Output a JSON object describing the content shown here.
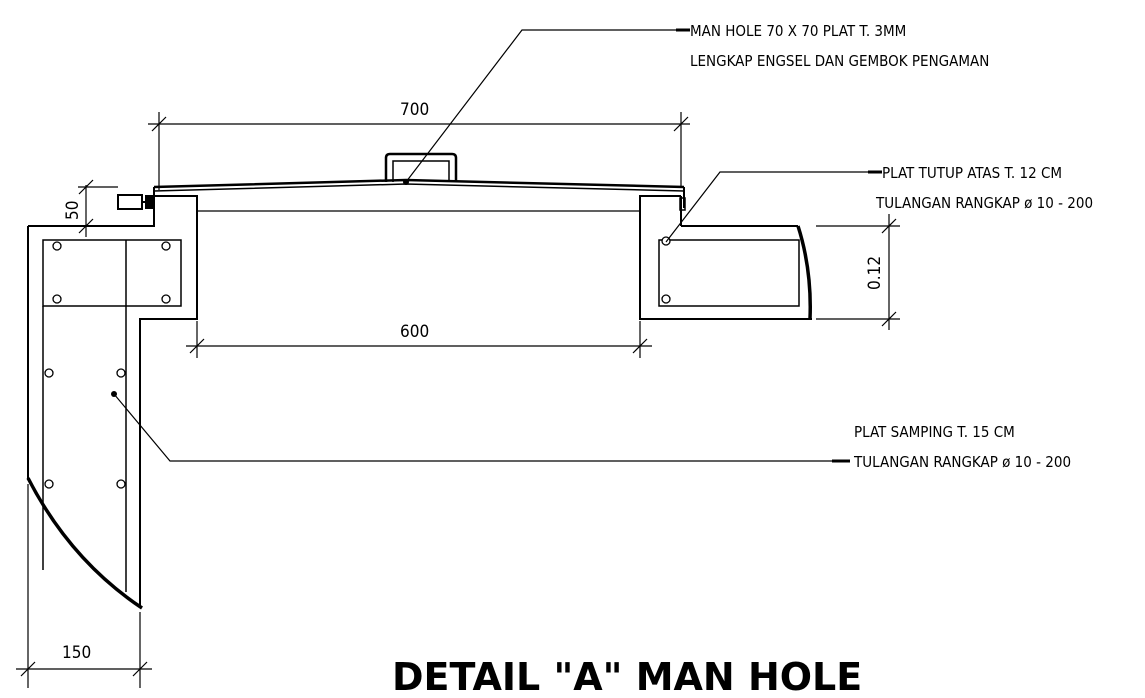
{
  "annotations": {
    "manhole_line1": "MAN HOLE 70 X 70 PLAT T. 3MM",
    "manhole_line2": "LENGKAP ENGSEL DAN GEMBOK PENGAMAN",
    "top_slab_line1": "PLAT TUTUP ATAS T. 12 CM",
    "top_slab_line2": "TULANGAN RANGKAP ø 10 - 200",
    "side_slab_line1": "PLAT SAMPING T. 15 CM",
    "side_slab_line2": "TULANGAN RANGKAP ø 10 - 200"
  },
  "dimensions": {
    "top_width": "700",
    "inner_width": "600",
    "lip_height": "50",
    "slab_thickness": "0.12",
    "wall_thickness": "150"
  },
  "title": "DETAIL \"A\" MAN HOLE"
}
